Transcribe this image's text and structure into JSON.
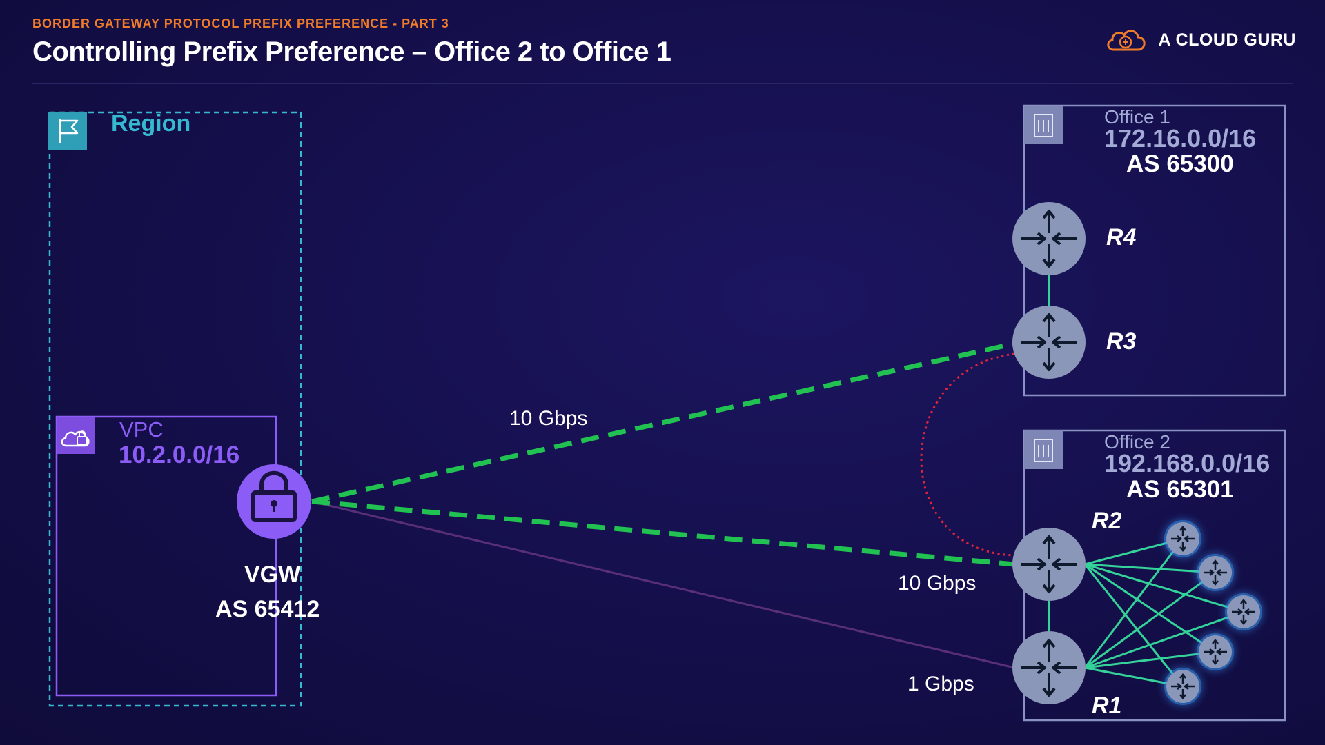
{
  "header": {
    "eyebrow": "BORDER GATEWAY PROTOCOL PREFIX PREFERENCE - PART 3",
    "title": "Controlling Prefix Preference – Office 2 to Office 1"
  },
  "brand": {
    "name": "A CLOUD GURU",
    "icon": "cloud-logo-icon"
  },
  "region": {
    "label": "Region",
    "icon": "flag-icon"
  },
  "vpc": {
    "name": "VPC",
    "cidr": "10.2.0.0/16",
    "icon": "cloud-lock-icon"
  },
  "vgw": {
    "name": "VGW",
    "as": "AS 65412",
    "icon": "padlock-icon"
  },
  "office1": {
    "name": "Office 1",
    "cidr": "172.16.0.0/16",
    "as": "AS 65300",
    "icon": "building-icon"
  },
  "office2": {
    "name": "Office 2",
    "cidr": "192.168.0.0/16",
    "as": "AS 65301",
    "icon": "building-icon"
  },
  "routers": {
    "r1": "R1",
    "r2": "R2",
    "r3": "R3",
    "r4": "R4"
  },
  "links": {
    "vgw_r3": "10 Gbps",
    "vgw_r2": "10 Gbps",
    "vgw_r1": "1 Gbps"
  },
  "colors": {
    "accent_orange": "#f07c2a",
    "region_teal": "#36b8d0",
    "vpc_purple": "#8b5cf6",
    "link_green": "#21c251",
    "router_gray": "#8a97b8",
    "red_path": "#e0243a",
    "mesh_green": "#34d399",
    "mesh_glow": "#3aa0ff"
  }
}
